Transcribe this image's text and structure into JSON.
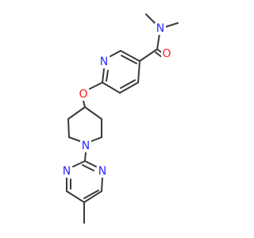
{
  "structure": {
    "atoms": {
      "n_amide": "N",
      "o_carbonyl": "O",
      "n_pyridine": "N",
      "o_ether": "O",
      "n_piperidine": "N",
      "n_pyrimidine_1": "N",
      "n_pyrimidine_2": "N"
    },
    "colors": {
      "bond": "#3a3a3a",
      "nitrogen": "#2b2bff",
      "oxygen": "#ff1a1a"
    }
  }
}
